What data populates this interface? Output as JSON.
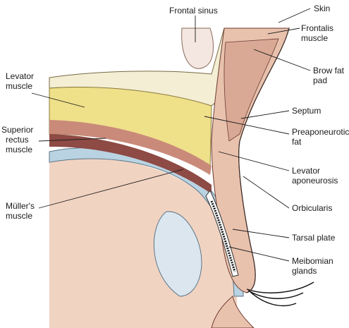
{
  "labels": {
    "frontal_sinus": "Frontal sinus",
    "skin": "Skin",
    "frontalis_muscle": [
      "Frontalis",
      "muscle"
    ],
    "brow_fat_pad": [
      "Brow fat",
      "pad"
    ],
    "levator_muscle": [
      "Levator",
      "muscle"
    ],
    "septum": "Septum",
    "superior_rectus_muscle": [
      "Superior",
      "rectus",
      "muscle"
    ],
    "preaponeurotic_fat": [
      "Preaponeurotic",
      "fat"
    ],
    "levator_aponeurosis": [
      "Levator",
      "aponeurosis"
    ],
    "mullers_muscle": [
      "Müller's",
      "muscle"
    ],
    "orbicularis": "Orbicularis",
    "tarsal_plate": "Tarsal plate",
    "meibomian_glands": [
      "Meibomian",
      "glands"
    ]
  },
  "colors": {
    "bone": "#f3eed4",
    "fat": "#efe08a",
    "muscle": "#c98a7a",
    "dark_muscle": "#8e4a44",
    "skin": "#e9c2ae",
    "sclera": "#d7e6ee",
    "globe": "#f1d3c2",
    "lens": "#dbe6ee"
  }
}
